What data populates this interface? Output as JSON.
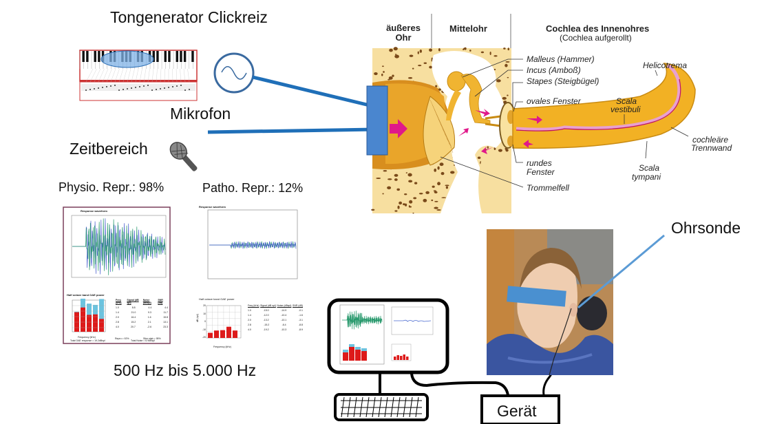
{
  "labels": {
    "tone_generator": "Tongenerator Clickreiz",
    "microphone": "Mikrofon",
    "time_domain": "Zeitbereich",
    "physio": "Physio. Repr.: 98%",
    "patho": "Patho. Repr.: 12%",
    "freq_range": "500 Hz bis 5.000 Hz",
    "probe": "Ohrsonde",
    "device": "Gerät"
  },
  "ear_diagram": {
    "headers": {
      "outer_ear": "äußeres Ohr",
      "middle_ear": "Mittelohr",
      "cochlea_title": "Cochlea des Innenohres",
      "cochlea_sub": "(Cochlea aufgerollt)"
    },
    "parts": {
      "malleus": "Malleus (Hammer)",
      "incus": "Incus (Amboß)",
      "stapes": "Stapes (Steigbügel)",
      "oval_window": "ovales Fenster",
      "round_window_1": "rundes",
      "round_window_2": "Fenster",
      "eardrum": "Trommelfell",
      "helicotrema": "Helicotrema",
      "scala_vestibuli_1": "Scala",
      "scala_vestibuli_2": "vestibuli",
      "partition_1": "cochleäre",
      "partition_2": "Trennwand",
      "scala_tympani_1": "Scala",
      "scala_tympani_2": "tympani"
    }
  },
  "colors": {
    "accent_blue": "#1f6fb8",
    "probe_blue": "#4a90d0",
    "bar_red": "#dd1a1a",
    "bar_cyan": "#6cc3df",
    "cochlea_gold": "#f2b124",
    "bone": "#f7dfa0",
    "waveform_green": "#2a9a6e",
    "waveform_blue": "#4a5ed0"
  },
  "charts": {
    "physio": {
      "waveform_title": "Response waveform",
      "power_title": "Half octave band OAE power",
      "table_headers": [
        "Freq (kHz)",
        "Signal (dB spl)",
        "Noise (dBspl)",
        "SNR (dB)"
      ],
      "rows": [
        [
          "1.0",
          "8.8",
          "4.4",
          "4.4"
        ],
        [
          "1.4",
          "21.0",
          "9.3",
          "11.7"
        ],
        [
          "2.0",
          "16.4",
          "1.6",
          "15.8"
        ],
        [
          "2.8",
          "15.2",
          "2.1",
          "13.1"
        ],
        [
          "4.0",
          "20.7",
          "-2.6",
          "23.3"
        ]
      ],
      "repro": "Repro = 92%",
      "stim": "Stim stab = 95%",
      "total_response": "Total OAE response = 19.2dBspl",
      "total_noise": "Total Noise = 6.9dBspl",
      "xlabel": "Frequency (kHz)",
      "bar_signal": [
        8.8,
        21.0,
        16.4,
        15.2,
        20.7
      ],
      "bar_noise": [
        4.4,
        9.3,
        1.6,
        2.1,
        -2.6
      ]
    },
    "patho": {
      "waveform_title": "Response waveform",
      "power_title": "Half octave band OAE power",
      "table_headers": [
        "Freq (kHz)",
        "Signal (dB spl)",
        "Noise (dBspl)",
        "SNR (dB)"
      ],
      "rows": [
        [
          "1.0",
          "-15.0",
          "-14.9",
          "-0.1"
        ],
        [
          "1.4",
          "-12.0",
          "-10.4",
          "-1.6"
        ],
        [
          "2.0",
          "-13.2",
          "-10.1",
          "-3.1"
        ],
        [
          "2.8",
          "-15.2",
          "-6.4",
          "-8.8"
        ],
        [
          "4.0",
          "-19.2",
          "-10.3",
          "-8.9"
        ]
      ],
      "xlabel": "Frequency (kHz)",
      "ylabel": "dB (spl)",
      "y_ticks": [
        "20",
        "10",
        "0",
        "-10",
        "-20"
      ],
      "bar_values": [
        -15.0,
        -12.0,
        -11.5,
        -7.0,
        -12.0
      ]
    }
  }
}
